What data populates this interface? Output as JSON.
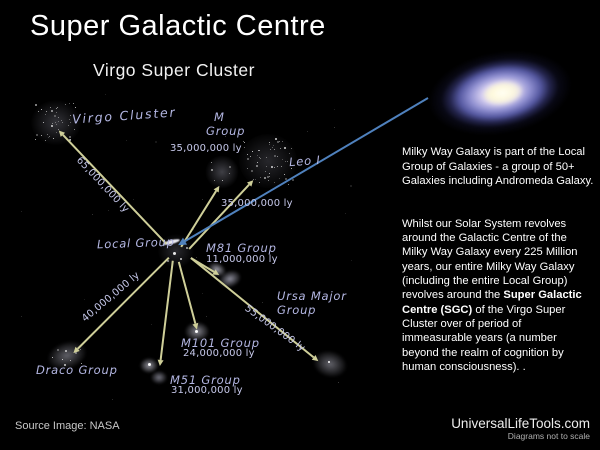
{
  "window": {
    "title": "Super Galactic Centre",
    "subtitle": "Virgo Super Cluster"
  },
  "galaxy_map": {
    "nodes": [
      {
        "id": "virgo-cluster",
        "label": "Virgo Cluster",
        "distance": "65,000,000 ly"
      },
      {
        "id": "m-group",
        "label": "M Group",
        "label_lines": [
          "M",
          "Group"
        ],
        "distance": "35,000,000 ly"
      },
      {
        "id": "leo-i",
        "label": "Leo I",
        "distance": "35,000,000 ly"
      },
      {
        "id": "local-group",
        "label": "Local Group"
      },
      {
        "id": "m81-group",
        "label": "M81 Group",
        "distance": "11,000,000 ly"
      },
      {
        "id": "ursa-major-group",
        "label": "Ursa Major Group",
        "label_lines": [
          "Ursa Major",
          "Group"
        ],
        "distance": "55,000,000 ly"
      },
      {
        "id": "m101-group",
        "label": "M101 Group",
        "distance": "24,000,000 ly"
      },
      {
        "id": "m51-group",
        "label": "M51 Group",
        "distance": "31,000,000 ly"
      },
      {
        "id": "draco-group",
        "label": "Draco Group",
        "distance": "40,000,000 ly"
      }
    ]
  },
  "info_panel": {
    "p1": "Milky Way Galaxy is part of the Local\nGroup of Galaxies  - a group of 50+\nGalaxies including Andromeda Galaxy.",
    "p2_pre": "Whilst our Solar System revolves\naround the Galactic Centre of the\nMilky Way Galaxy every 225 Million\nyears, our entire Milky Way Galaxy\n(including the entire Local Group)\nrevolves around the ",
    "p2_bold": "Super Galactic\nCentre (SGC)",
    "p2_post": " of the Virgo Super\nCluster over of period of\nimmeasurable years (a number\nbeyond the realm of cognition by\nhuman consciousness). ."
  },
  "footer": {
    "source_credit": "Source Image:  NASA",
    "website": "UniversalLifeTools.com",
    "scale_note": "Diagrams not to scale"
  },
  "colors": {
    "background": "#000000",
    "arrow_yellow": "#cfcf99",
    "arrow_blue": "#4f81bd",
    "label_lavender": "#b4b7e3",
    "text_white": "#ffffff"
  }
}
